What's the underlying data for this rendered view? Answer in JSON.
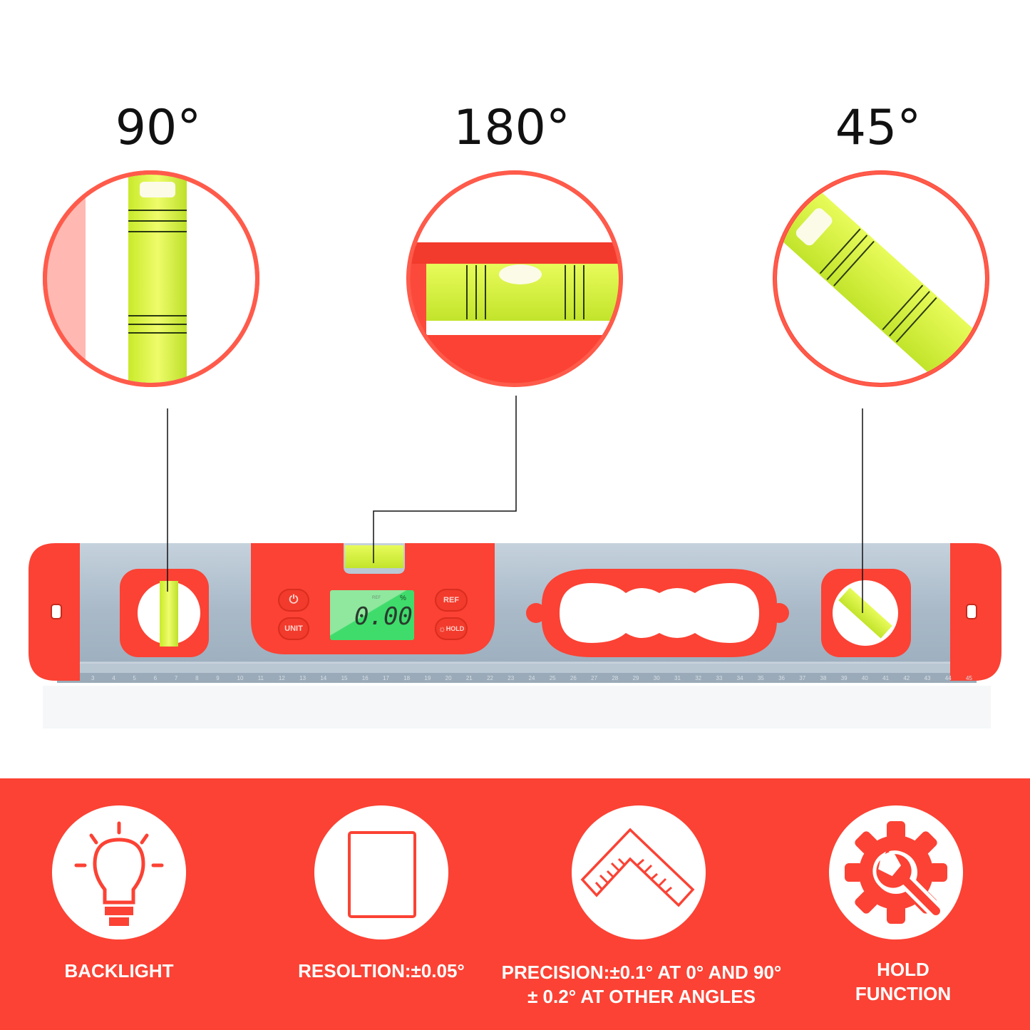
{
  "angles": {
    "left": "90°",
    "center": "180°",
    "right": "45°"
  },
  "display": {
    "reading": "0.00",
    "ref_indicator": "REF",
    "percent_symbol": "%"
  },
  "buttons": {
    "power": "⏻",
    "unit": "UNIT",
    "ref": "REF",
    "hold": "HOLD"
  },
  "ruler_numbers": [
    "3",
    "4",
    "5",
    "6",
    "7",
    "8",
    "9",
    "10",
    "11",
    "12",
    "13",
    "14",
    "15",
    "16",
    "17",
    "18",
    "19",
    "20",
    "21",
    "22",
    "23",
    "24",
    "25",
    "26",
    "27",
    "28",
    "29",
    "30",
    "31",
    "32",
    "33",
    "34",
    "35",
    "36",
    "37",
    "38",
    "39",
    "40",
    "41",
    "42",
    "43",
    "44",
    "45"
  ],
  "features": [
    {
      "icon": "lightbulb-icon",
      "label": "BACKLIGHT"
    },
    {
      "icon": "display-icon",
      "label": "RESOLTION:±0.05°"
    },
    {
      "icon": "angle-ruler-icon",
      "label_line1": "PRECISION:±0.1° AT 0° AND 90°",
      "label_line2": "± 0.2° AT OTHER ANGLES"
    },
    {
      "icon": "gear-wrench-icon",
      "label_line1": "HOLD",
      "label_line2": "FUNCTION"
    }
  ],
  "colors": {
    "brand_red": "#fb4234",
    "body_aluminium": "#aebdcb",
    "vial_yellow": "#d8f53a",
    "lcd_green": "#4fe07a"
  }
}
